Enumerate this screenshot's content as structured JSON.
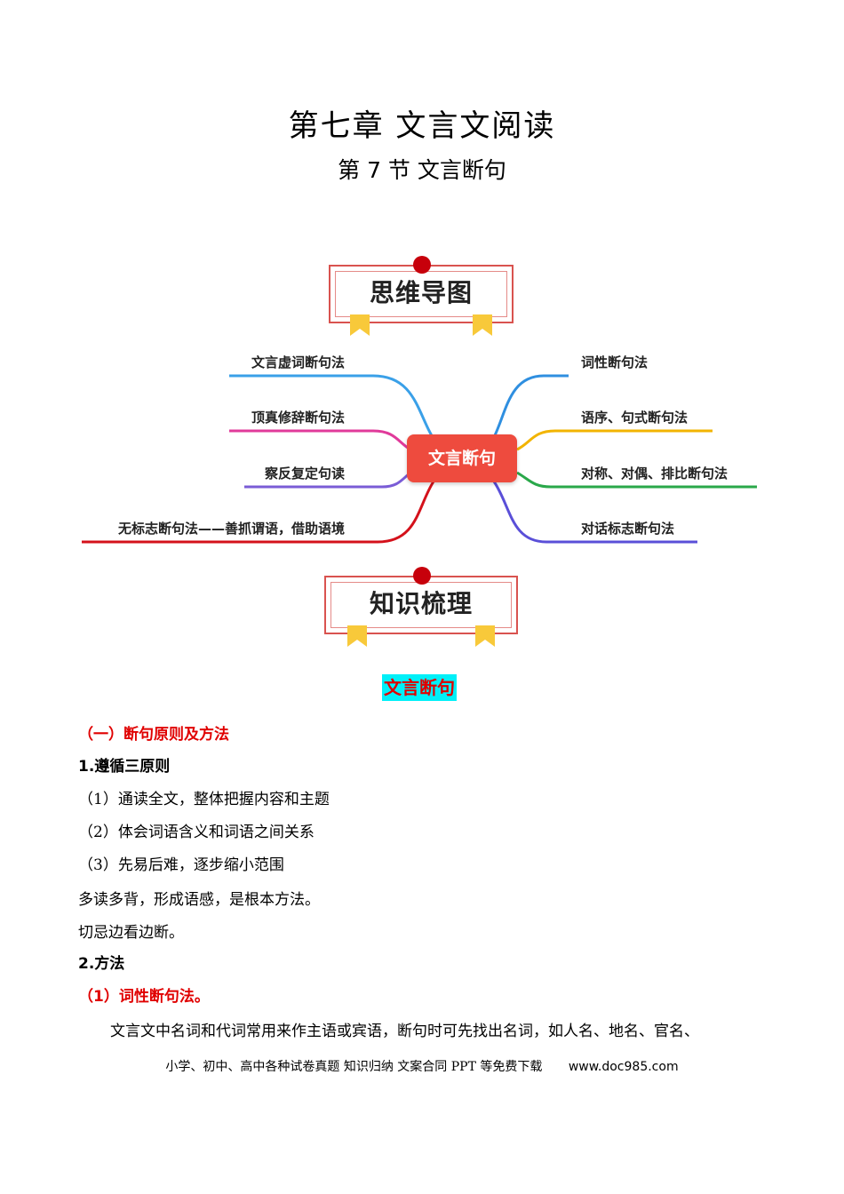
{
  "header": {
    "chapter_title": "第七章 文言文阅读",
    "section_title": "第 7 节 文言断句"
  },
  "banners": {
    "mindmap": "思维导图",
    "knowledge": "知识梳理"
  },
  "mindmap": {
    "center": "文言断句",
    "left": [
      {
        "label": "文言虚词断句法",
        "color": "#3aa0e8"
      },
      {
        "label": "顶真修辞断句法",
        "color": "#e03a9a"
      },
      {
        "label": "察反复定句读",
        "color": "#7a5cd6"
      },
      {
        "label": "无标志断句法——善抓谓语，借助语境",
        "color": "#d4111b"
      }
    ],
    "right": [
      {
        "label": "词性断句法",
        "color": "#2f8fe0"
      },
      {
        "label": "语序、句式断句法",
        "color": "#f2b400"
      },
      {
        "label": "对称、对偶、排比断句法",
        "color": "#2aa84a"
      },
      {
        "label": "对话标志断句法",
        "color": "#5a4fd8"
      }
    ]
  },
  "content": {
    "highlight_title": "文言断句",
    "part1_heading": "（一）断句原则及方法",
    "item1_heading": "1.遵循三原则",
    "principles": [
      "（1）通读全文，整体把握内容和主题",
      "（2）体会词语含义和词语之间关系",
      "（3）先易后难，逐步缩小范围"
    ],
    "note1": "多读多背，形成语感，是根本方法。",
    "note2": "切忌边看边断。",
    "item2_heading": "2.方法",
    "method1_heading": "（1）词性断句法。",
    "method1_text": "文言文中名词和代词常用来作主语或宾语，断句时可先找出名词，如人名、地名、官名、"
  },
  "footer": {
    "text": "小学、初中、高中各种试卷真题 知识归纳 文案合同 PPT 等免费下载",
    "site": "www.doc985.com"
  }
}
